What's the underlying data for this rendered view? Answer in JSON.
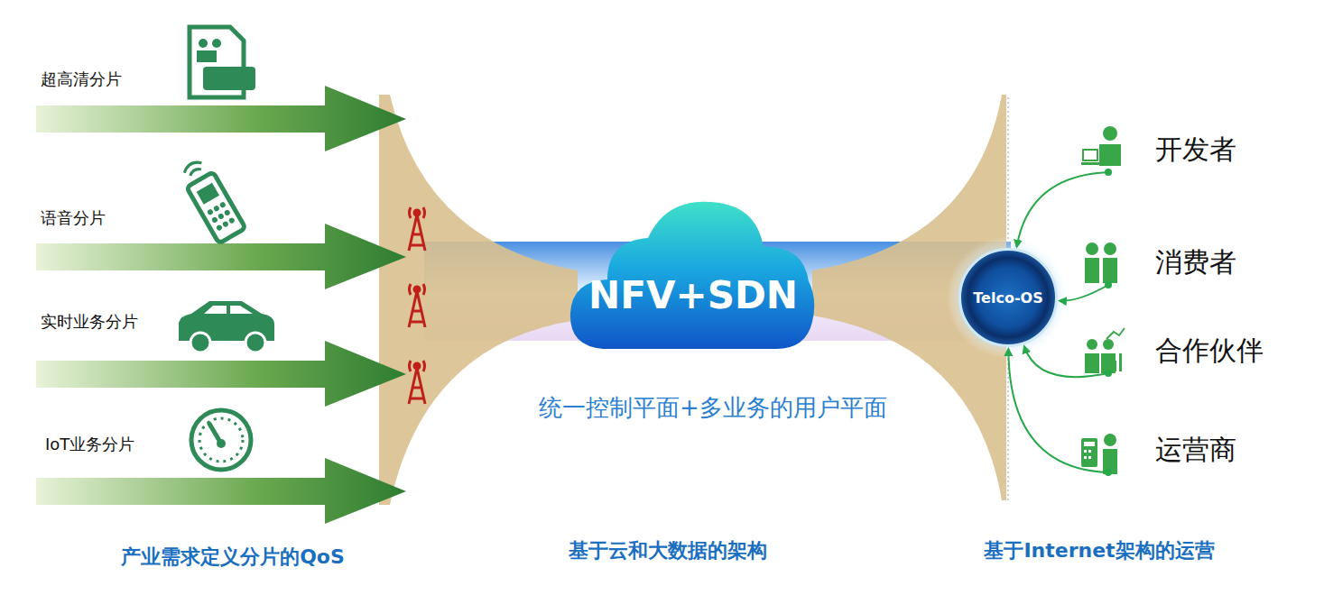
{
  "diagram": {
    "nodes": [
      {
        "text": [
          "NFV+SDN"
        ]
      },
      {
        "text": [
          "Telco-OS"
        ]
      },
      {
        "text": [
          "开发者"
        ]
      },
      {
        "text": [
          "消费者"
        ]
      },
      {
        "text": [
          "合作伙伴"
        ]
      },
      {
        "text": [
          "运营商"
        ]
      }
    ],
    "edges": [
      {
        "from": 2,
        "to": 1,
        "arrow": "to"
      },
      {
        "from": 3,
        "to": 1,
        "arrow": "to"
      },
      {
        "from": 4,
        "to": 1,
        "arrow": "to"
      },
      {
        "from": 5,
        "to": 1,
        "arrow": "to"
      }
    ],
    "labels": [
      "超高清分片",
      "语音分片",
      "实时业务分片",
      "IoT业务分片",
      "统一控制平面+多业务的用户平面",
      "产业需求定义分片的QoS",
      "基于云和大数据的架构",
      "基于Internet架构的运营"
    ]
  }
}
